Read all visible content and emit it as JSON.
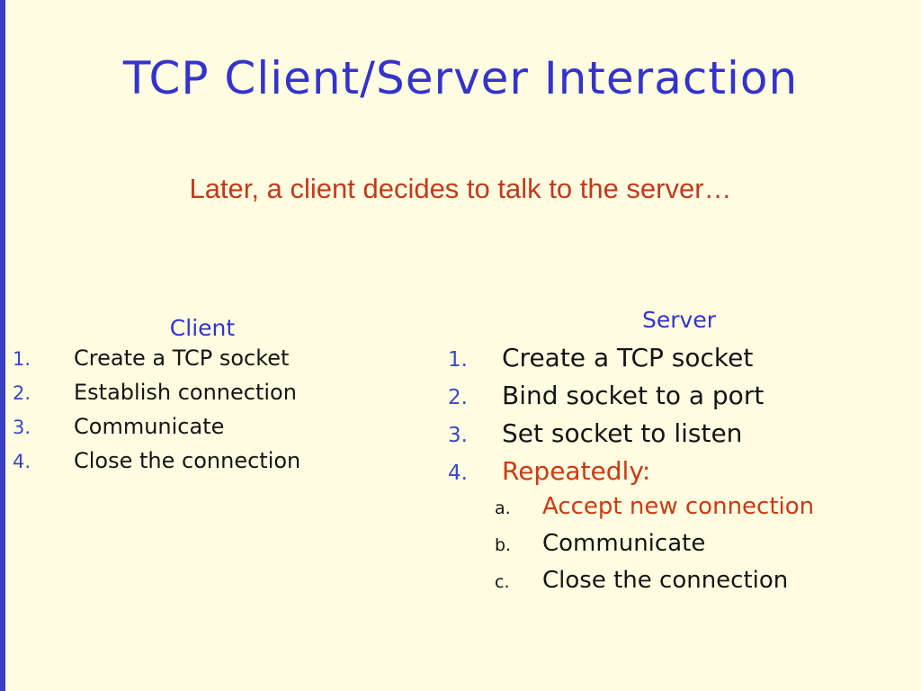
{
  "colors": {
    "cream": "#FFFDE1",
    "stripe": "#3A3EC2",
    "blue": "#3433CB",
    "marker-blue": "#3B46C8",
    "subtitle-orange": "#C33A1B",
    "orange": "#CC3A10",
    "ink": "#151515"
  },
  "title": {
    "text": "TCP Client/Server Interaction"
  },
  "subtitle": {
    "text": "Later, a client decides to talk to the server…"
  },
  "client": {
    "heading": "Client",
    "items": [
      {
        "marker": "1.",
        "text": "Create a TCP socket",
        "color": "#151515"
      },
      {
        "marker": "2.",
        "text": "Establish connection",
        "color": "#151515"
      },
      {
        "marker": "3.",
        "text": "Communicate",
        "color": "#151515"
      },
      {
        "marker": "4.",
        "text": "Close the connection",
        "color": "#151515"
      }
    ]
  },
  "server": {
    "heading": "Server",
    "items": [
      {
        "marker": "1.",
        "text": "Create a TCP socket",
        "color": "#151515"
      },
      {
        "marker": "2.",
        "text": "Bind socket to a port",
        "color": "#151515"
      },
      {
        "marker": "3.",
        "text": "Set socket to listen",
        "color": "#151515"
      },
      {
        "marker": "4.",
        "text": "Repeatedly:",
        "color": "#CC3A10"
      }
    ],
    "subitems": [
      {
        "marker": "a.",
        "text": "Accept new connection",
        "color": "#CC3A10"
      },
      {
        "marker": "b.",
        "text": "Communicate",
        "color": "#151515"
      },
      {
        "marker": "c.",
        "text": "Close the connection",
        "color": "#151515"
      }
    ]
  }
}
